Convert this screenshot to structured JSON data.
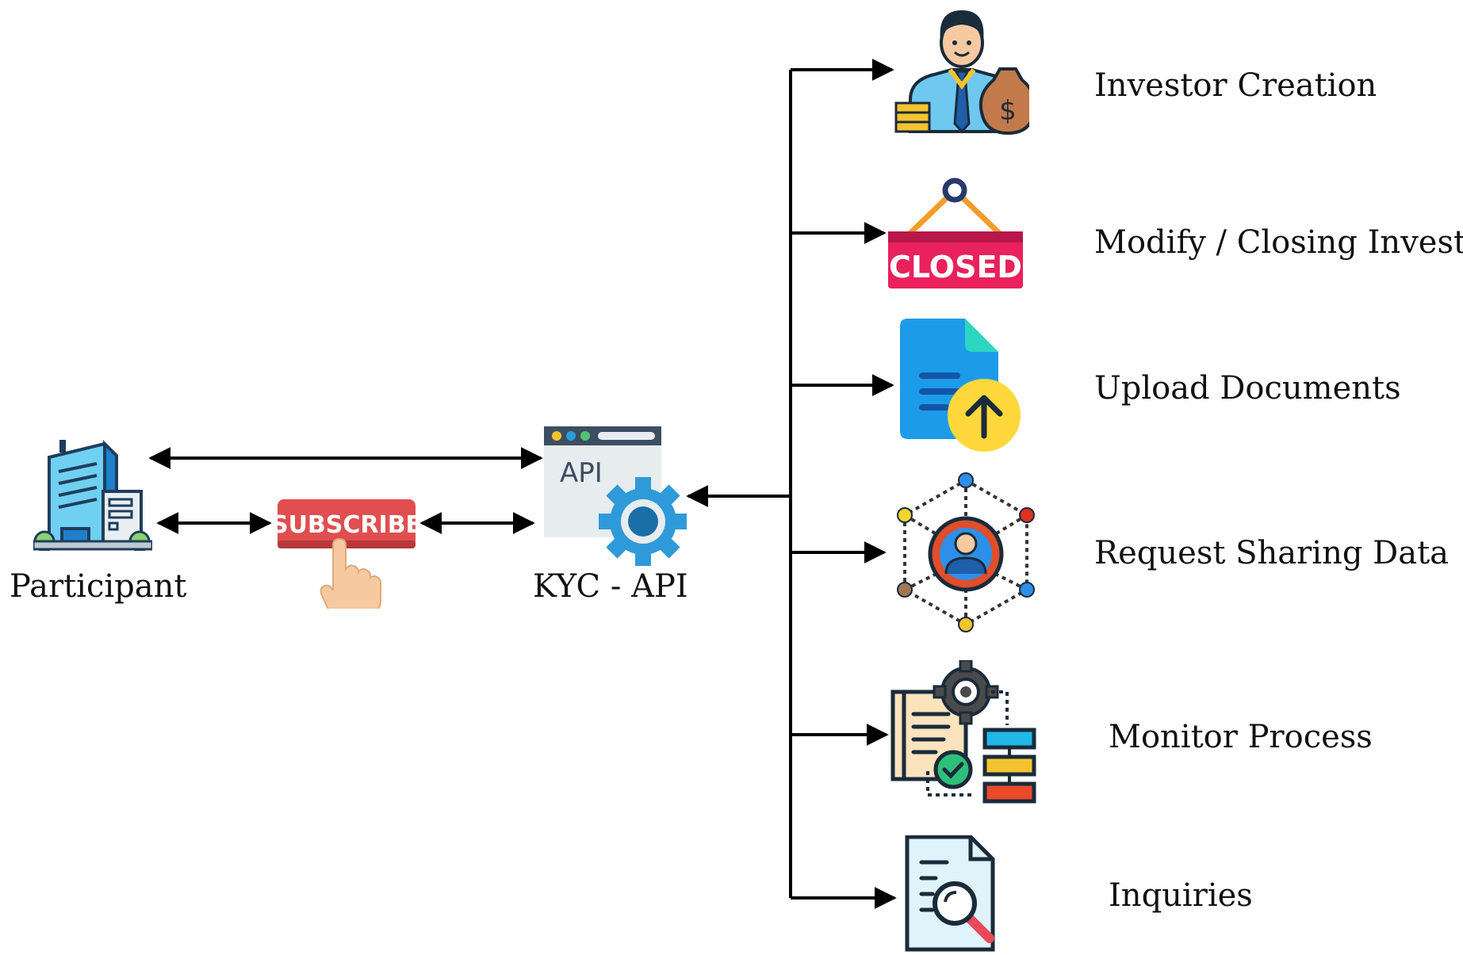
{
  "participant": {
    "label": "Participant",
    "icon": "office-building-icon"
  },
  "subscribe": {
    "badge_text": "SUBSCRIBE",
    "icon": "subscribe-hand-icon",
    "color": "#e04e50"
  },
  "kyc_api": {
    "label": "KYC - API",
    "window_text": "API",
    "icon": "api-gear-icon",
    "gear_color": "#2e9ad9"
  },
  "services": [
    {
      "label": "Investor Creation",
      "icon": "investor-money-bag-icon"
    },
    {
      "label": "Modify / Closing Investor",
      "icon": "closed-sign-icon",
      "sign_text": "CLOSED"
    },
    {
      "label": "Upload Documents",
      "icon": "document-upload-icon"
    },
    {
      "label": "Request Sharing Data",
      "icon": "network-user-icon"
    },
    {
      "label": "Monitor Process",
      "icon": "process-monitor-icon"
    },
    {
      "label": "Inquiries",
      "icon": "document-search-icon"
    }
  ],
  "colors": {
    "line": "#000000",
    "text": "#111111"
  }
}
